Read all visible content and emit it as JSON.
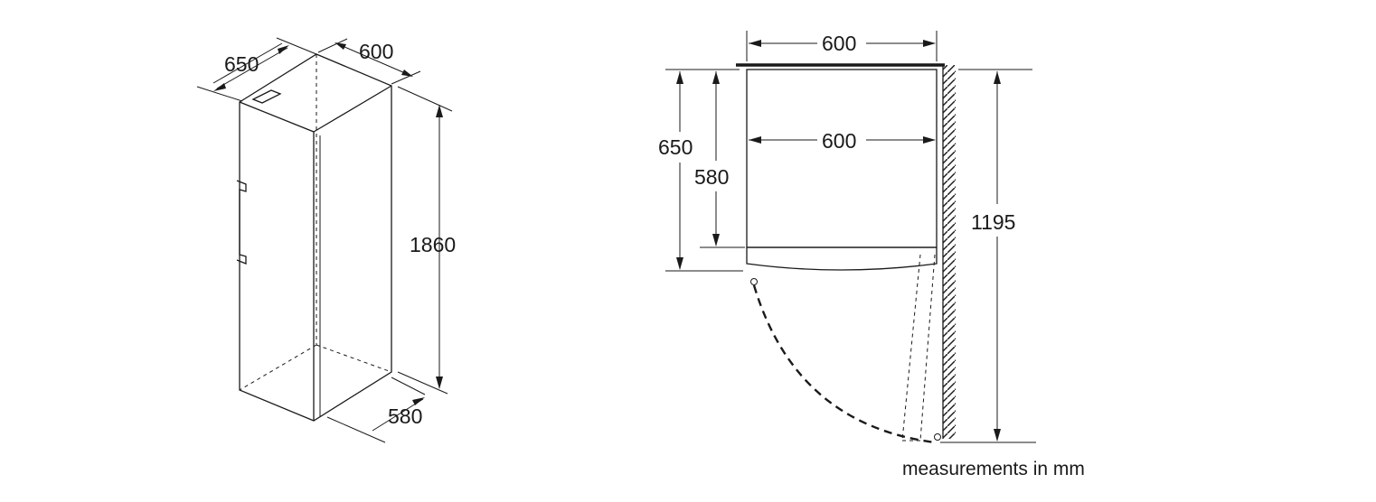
{
  "perspective_view": {
    "depth_label": "650",
    "width_label": "600",
    "height_label": "1860",
    "bottom_depth_label": "580"
  },
  "top_view": {
    "outer_width_label": "600",
    "inner_width_label": "600",
    "total_depth_label": "650",
    "body_depth_label": "580",
    "door_open_depth_label": "1195"
  },
  "footnote": "measurements in mm"
}
